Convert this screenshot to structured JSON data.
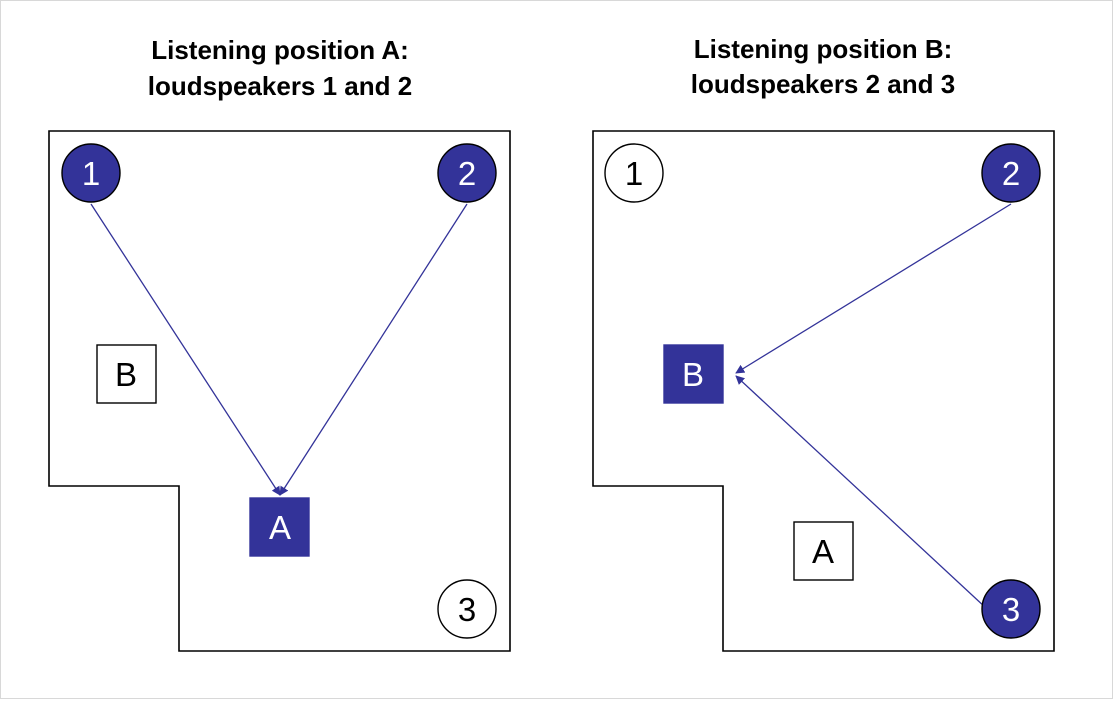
{
  "colors": {
    "active": "#333399",
    "inactive_fill": "#ffffff",
    "outline": "#000000",
    "active_text": "#ffffff",
    "inactive_text": "#000000"
  },
  "panel_a": {
    "title_line1": "Listening position A:",
    "title_line2": "loudspeakers 1 and 2",
    "active_position": "A",
    "active_speakers": [
      "1",
      "2"
    ],
    "speaker_labels": [
      "1",
      "2",
      "3"
    ],
    "position_labels": [
      "A",
      "B"
    ]
  },
  "panel_b": {
    "title_line1": "Listening position B:",
    "title_line2": "loudspeakers 2 and 3",
    "active_position": "B",
    "active_speakers": [
      "2",
      "3"
    ],
    "speaker_labels": [
      "1",
      "2",
      "3"
    ],
    "position_labels": [
      "A",
      "B"
    ]
  }
}
